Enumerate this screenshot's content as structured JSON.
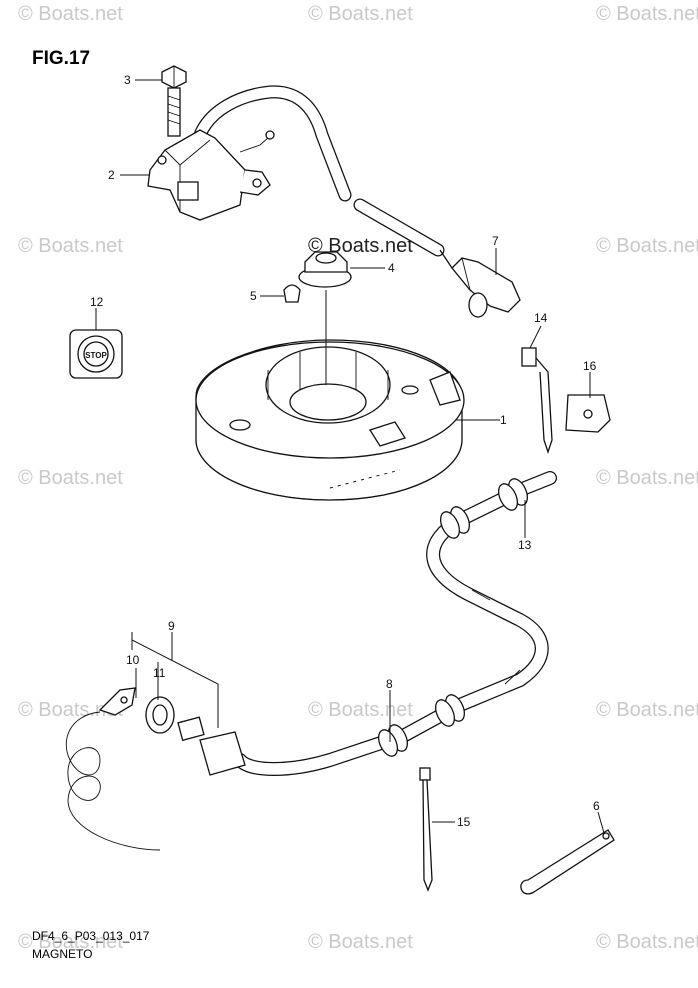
{
  "figure": {
    "title": "FIG.17",
    "code": "DF4_6_P03_013_017",
    "name": "MAGNETO"
  },
  "watermark": {
    "text": "© Boats.net"
  },
  "stop_label": "STOP",
  "callouts": [
    "1",
    "2",
    "3",
    "4",
    "5",
    "6",
    "7",
    "8",
    "9",
    "10",
    "11",
    "12",
    "13",
    "14",
    "15",
    "16"
  ]
}
